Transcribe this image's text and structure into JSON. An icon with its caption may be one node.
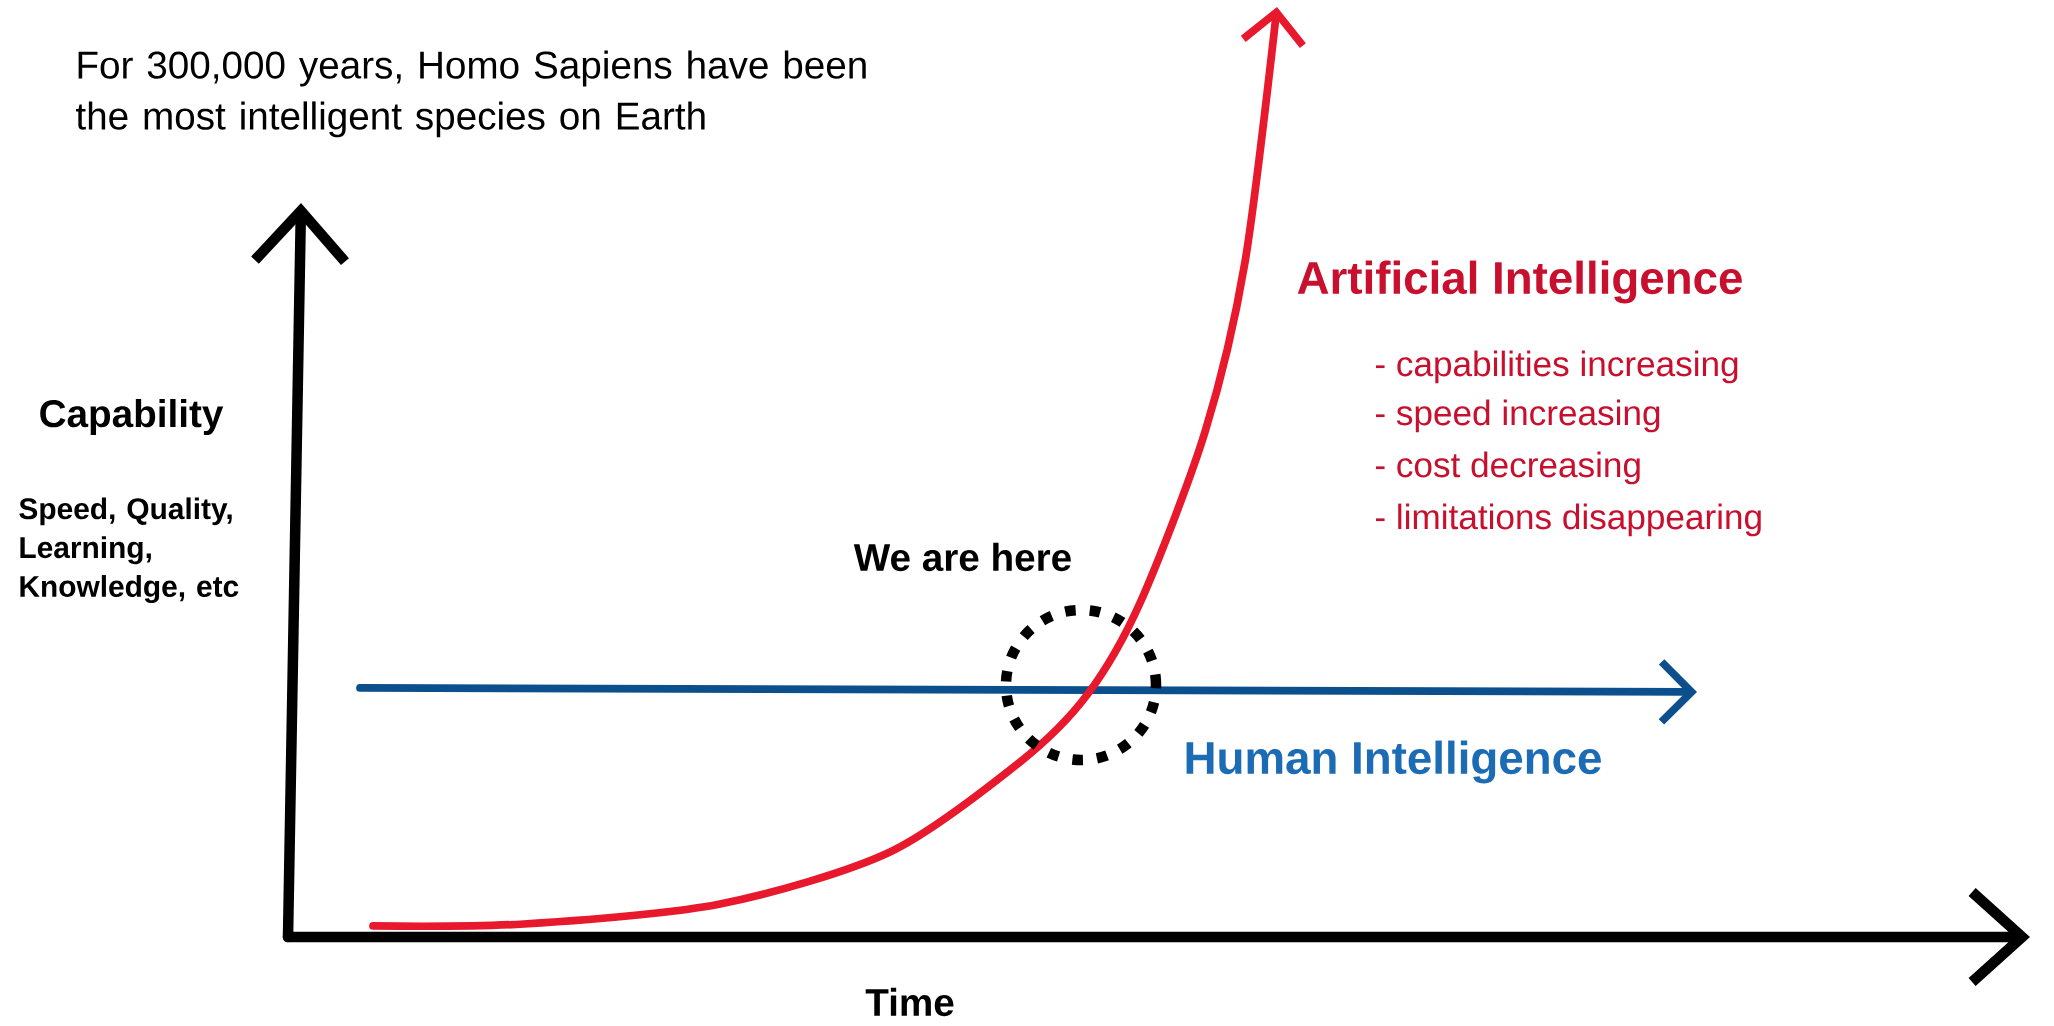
{
  "diagram": {
    "title": "For 300,000 years, Homo Sapiens have been the most intelligent species on Earth",
    "nodes": [
      {
        "text": [
          "We are here"
        ]
      }
    ],
    "labels": [
      "Artificial Intelligence",
      "- capabilities increasing",
      "- speed increasing",
      "- cost decreasing",
      "- limitations disappearing",
      "Capability",
      "Speed, Quality, Learning, Knowledge, etc",
      "Human Intelligence",
      "Time"
    ]
  }
}
